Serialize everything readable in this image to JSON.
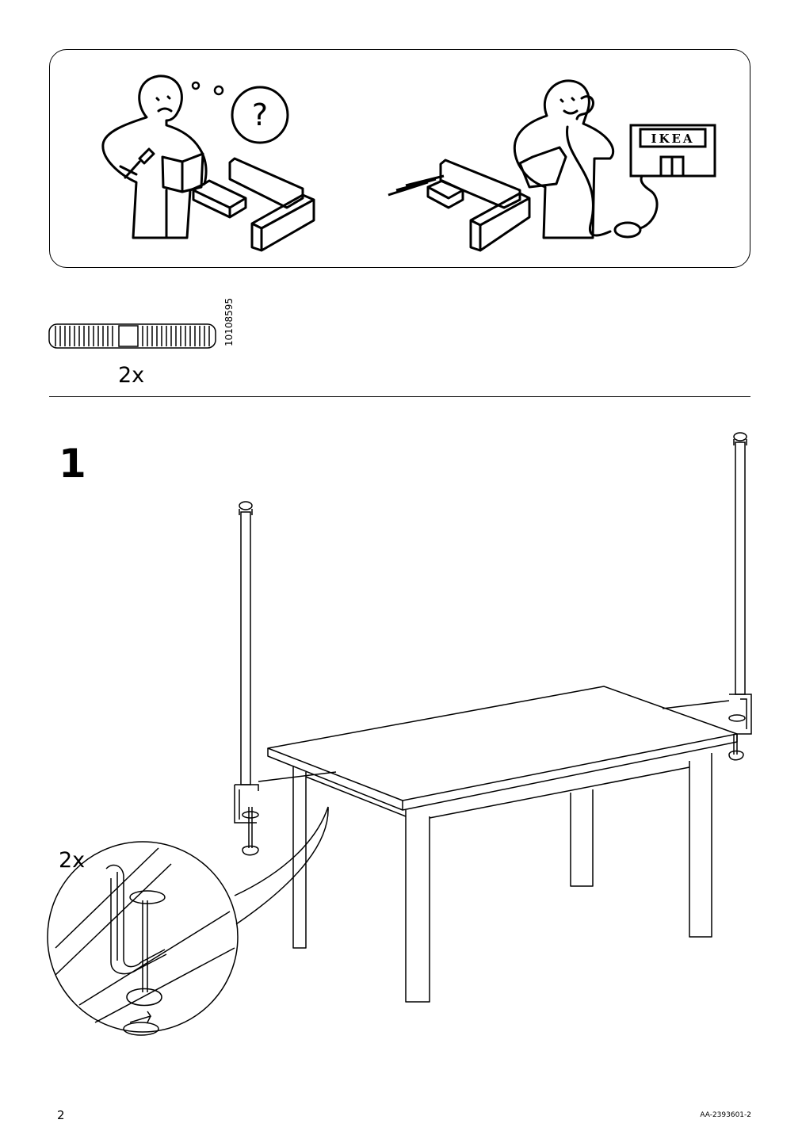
{
  "intro": {
    "store_sign": "IKEA",
    "thought_symbol": "?"
  },
  "parts": {
    "quantity": "2x",
    "part_number": "10108595"
  },
  "step": {
    "number": "1",
    "detail_quantity": "2x"
  },
  "footer": {
    "page_number": "2",
    "document_code": "AA-2393601-2"
  }
}
